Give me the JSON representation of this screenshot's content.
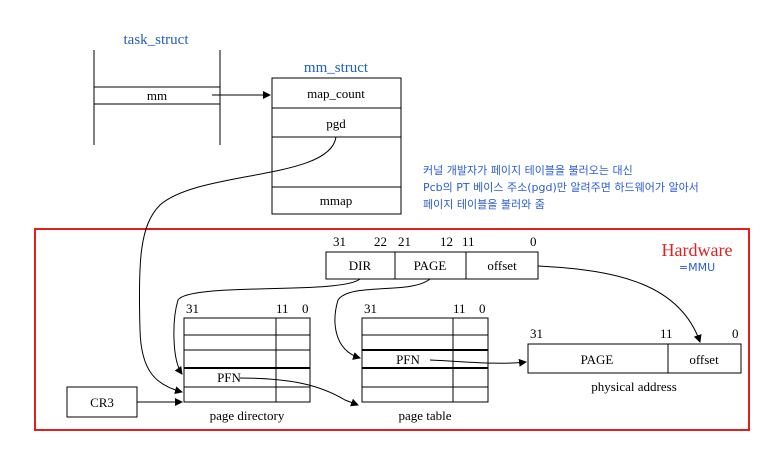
{
  "task_struct": {
    "title": "task_struct",
    "field": "mm"
  },
  "mm_struct": {
    "title": "mm_struct",
    "fields": [
      "map_count",
      "pgd",
      "",
      "mmap"
    ]
  },
  "note": {
    "lines": [
      "커널 개발자가 페이지 테이블을 불러오는 대신",
      "Pcb의 PT 베이스 주소(pgd)만 알려주면 하드웨어가 알아서",
      "페이지 테이블을 불러와 줌"
    ]
  },
  "hardware": {
    "label": "Hardware",
    "sublabel": "=MMU",
    "border_color": "#e02020"
  },
  "virtual_address": {
    "bits": [
      "31",
      "22",
      "21",
      "12",
      "11",
      "0"
    ],
    "fields": [
      "DIR",
      "PAGE",
      "offset"
    ]
  },
  "page_directory": {
    "label": "page directory",
    "bits": [
      "31",
      "11",
      "0"
    ],
    "entry": "PFN"
  },
  "page_table": {
    "label": "page table",
    "bits": [
      "31",
      "11",
      "0"
    ],
    "entry": "PFN"
  },
  "physical_address": {
    "label": "physical address",
    "bits": [
      "31",
      "11",
      "0"
    ],
    "fields": [
      "PAGE",
      "offset"
    ]
  },
  "cr3": {
    "label": "CR3"
  }
}
